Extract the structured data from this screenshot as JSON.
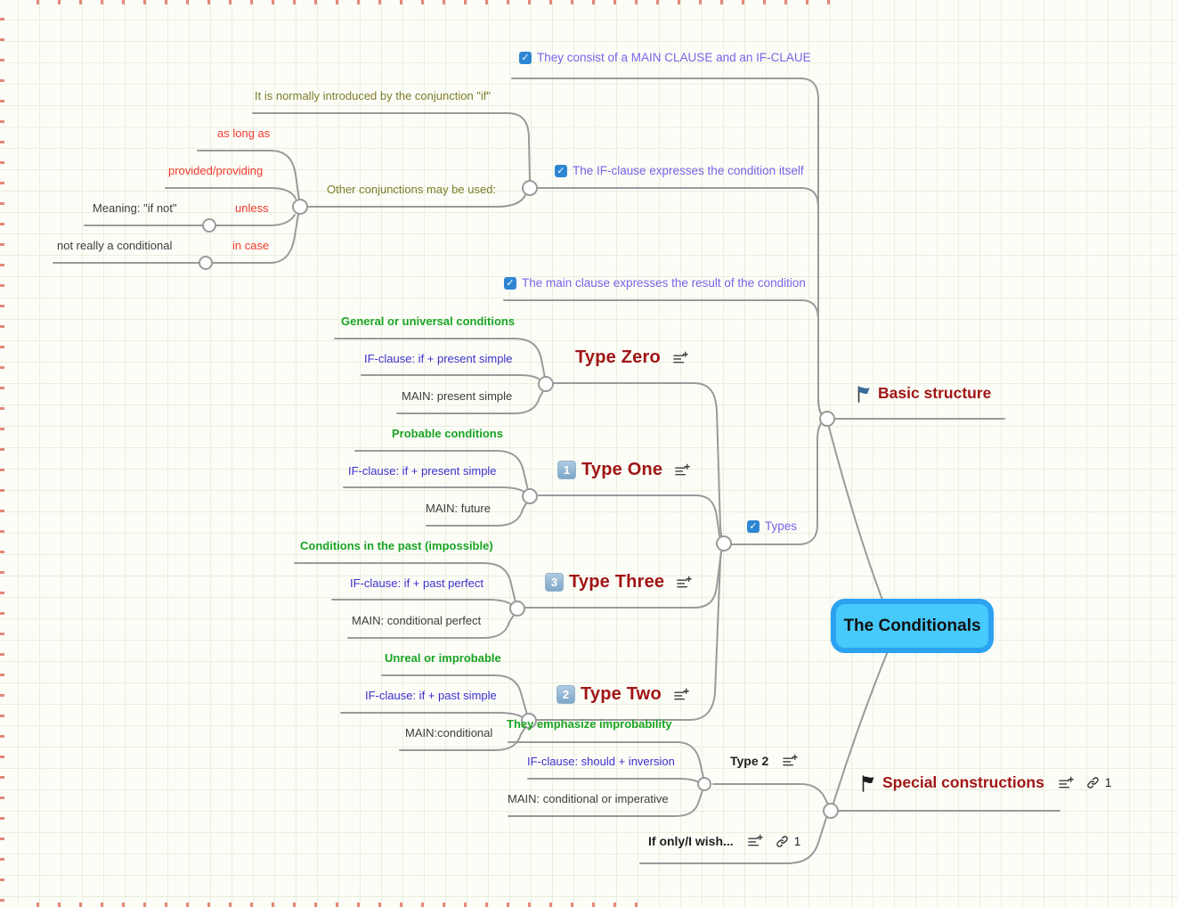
{
  "title": "The Conditionals mind map",
  "central": {
    "label": "The Conditionals"
  },
  "icons": {
    "check_glyph": "✓",
    "flag_basic": "flag-icon-blue",
    "flag_special": "flag-icon-black",
    "note": "add-note-icon",
    "link": "link-icon"
  },
  "palette": {
    "central_fill": "#46c9fb",
    "central_border": "#2ba2f2",
    "edge": "#9a9a9a",
    "purple": "#7b61e8",
    "olive": "#7c7c2a",
    "red": "#f2392c",
    "green": "#1aa423",
    "blue": "#3b30cc",
    "dark_red": "#a01616",
    "checkbox_blue": "#2e86d3",
    "grid_line": "#e9efdc"
  },
  "nodes": {
    "basic_structure": {
      "label": "Basic structure"
    },
    "special_constructions": {
      "label": "Special constructions",
      "link_count": "1"
    },
    "they_consist": {
      "label": "They consist of a MAIN CLAUSE and an IF-CLAUE"
    },
    "if_clause_expresses": {
      "label": "The IF-clause expresses the condition itself"
    },
    "main_clause_expresses": {
      "label": "The main clause expresses the result of the condition"
    },
    "types": {
      "label": "Types"
    },
    "intro_if": {
      "label": "It is normally introduced by the conjunction \"if\""
    },
    "other_conjunctions": {
      "label": "Other conjunctions may be used:"
    },
    "as_long_as": {
      "label": "as long as"
    },
    "provided_providing": {
      "label": "provided/providing"
    },
    "unless": {
      "label": "unless"
    },
    "meaning_if_not": {
      "label": "Meaning: \"if not\""
    },
    "in_case": {
      "label": "in case"
    },
    "not_really": {
      "label": "not really a conditional"
    },
    "type_zero": {
      "label": "Type Zero"
    },
    "general_universal": {
      "label": "General or universal conditions"
    },
    "if_present_simple_zero": {
      "label": "IF-clause: if + present simple"
    },
    "main_present_simple": {
      "label": "MAIN: present simple"
    },
    "type_one": {
      "label": "Type One",
      "badge": "1"
    },
    "probable_conditions": {
      "label": "Probable conditions"
    },
    "if_present_simple_one": {
      "label": "IF-clause: if + present simple"
    },
    "main_future": {
      "label": "MAIN: future"
    },
    "type_three": {
      "label": "Type Three",
      "badge": "3"
    },
    "conditions_past": {
      "label": "Conditions in the past (impossible)"
    },
    "if_past_perfect": {
      "label": "IF-clause: if + past perfect"
    },
    "main_conditional_perfect": {
      "label": "MAIN: conditional perfect"
    },
    "type_two": {
      "label": "Type Two",
      "badge": "2"
    },
    "unreal_improbable": {
      "label": "Unreal or improbable"
    },
    "if_past_simple": {
      "label": "IF-clause: if + past simple"
    },
    "main_conditional": {
      "label": "MAIN:conditional"
    },
    "type_2": {
      "label": "Type 2"
    },
    "they_emphasize": {
      "label": "They emphasize improbability"
    },
    "if_should_inversion": {
      "label": "IF-clause: should + inversion"
    },
    "main_conditional_imperative": {
      "label": "MAIN: conditional or imperative"
    },
    "if_only_wish": {
      "label": "If only/I wish...",
      "link_count": "1"
    }
  }
}
